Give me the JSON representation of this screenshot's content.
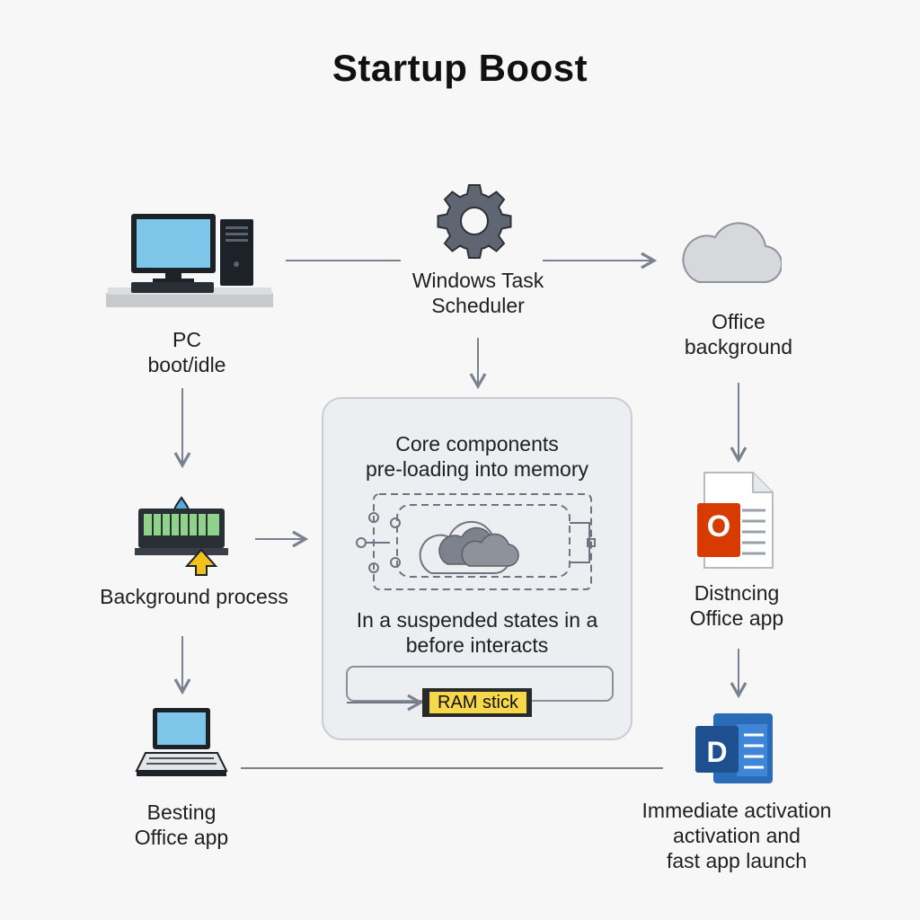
{
  "title": "Startup Boost",
  "nodes": {
    "pc_boot": {
      "lines": [
        "PC",
        "boot/idle"
      ],
      "icon": "desktop-computer-icon"
    },
    "task_scheduler": {
      "lines": [
        "Windows Task",
        "Scheduler"
      ],
      "icon": "gear-icon"
    },
    "office_background": {
      "lines": [
        "Office",
        "background"
      ],
      "icon": "cloud-icon"
    },
    "background_process": {
      "lines": [
        "Background process"
      ],
      "icon": "memory-module-icon"
    },
    "core_components": {
      "heading_lines": [
        "Core components",
        "pre-loading into memory"
      ],
      "state_lines": [
        "In a suspended states in a",
        "before interacts"
      ],
      "ram_label": "RAM stick",
      "icon": "cloud-circuit-icon"
    },
    "distncing_office": {
      "lines": [
        "Distncing",
        "Office app"
      ],
      "icon": "office-document-icon",
      "badge_letter": "O"
    },
    "besting_office": {
      "lines": [
        "Besting",
        "Office app"
      ],
      "icon": "laptop-icon"
    },
    "immediate_activation": {
      "lines": [
        "Immediate activation",
        "activation and",
        "fast app launch"
      ],
      "icon": "office-app-icon",
      "badge_letter": "D"
    }
  },
  "colors": {
    "office_red": "#d83b01",
    "office_blue": "#1e4f8f",
    "ram_yellow": "#f6d84a",
    "arrow": "#7a8290"
  }
}
